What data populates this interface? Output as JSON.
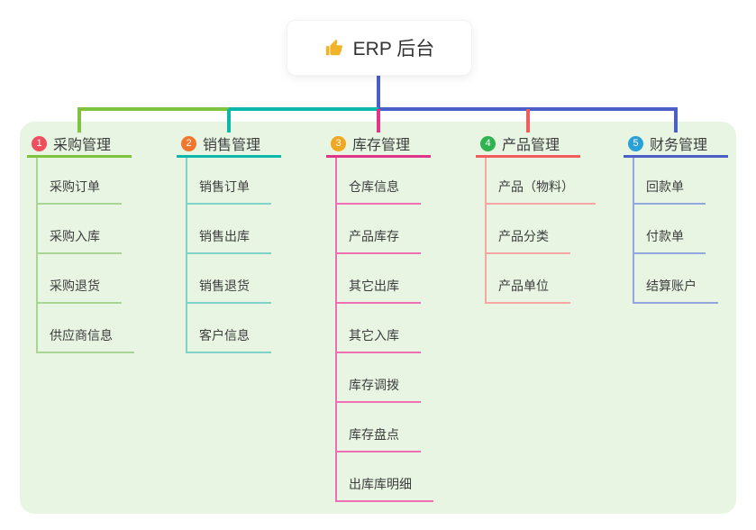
{
  "root": {
    "label": "ERP 后台",
    "icon": "thumbs-up-icon",
    "icon_color": "#f0b428"
  },
  "canvas": {
    "background": "#ffffff",
    "panel_background": "#e8f5e2"
  },
  "connectors": {
    "stem_color": "#4c5fc6",
    "bus_segments": [
      {
        "color": "#80c340"
      },
      {
        "color": "#0bb8a9"
      },
      {
        "color": "#4c5fc6"
      }
    ],
    "drop_colors": [
      "#80c340",
      "#0bb8a9",
      "#e0348b",
      "#f15c5c",
      "#4c5fc6"
    ]
  },
  "branches": [
    {
      "badge": "1",
      "badge_color": "#ee4e5e",
      "label": "采购管理",
      "line_color": "#80c340",
      "child_line_color": "#a8d494",
      "children": [
        "采购订单",
        "采购入库",
        "采购退货",
        "供应商信息"
      ]
    },
    {
      "badge": "2",
      "badge_color": "#f0772d",
      "label": "销售管理",
      "line_color": "#0bb8a9",
      "child_line_color": "#7fd2c8",
      "children": [
        "销售订单",
        "销售出库",
        "销售退货",
        "客户信息"
      ]
    },
    {
      "badge": "3",
      "badge_color": "#f0a721",
      "label": "库存管理",
      "line_color": "#e0348b",
      "child_line_color": "#f06eb2",
      "children": [
        "仓库信息",
        "产品库存",
        "其它出库",
        "其它入库",
        "库存调拨",
        "库存盘点",
        "出库库明细"
      ]
    },
    {
      "badge": "4",
      "badge_color": "#2fb350",
      "label": "产品管理",
      "line_color": "#f15c5c",
      "child_line_color": "#f6a6a4",
      "children": [
        "产品（物料）",
        "产品分类",
        "产品单位"
      ]
    },
    {
      "badge": "5",
      "badge_color": "#29a0d8",
      "label": "财务管理",
      "line_color": "#4c5fc6",
      "child_line_color": "#92a8dc",
      "children": [
        "回款单",
        "付款单",
        "结算账户"
      ]
    }
  ]
}
